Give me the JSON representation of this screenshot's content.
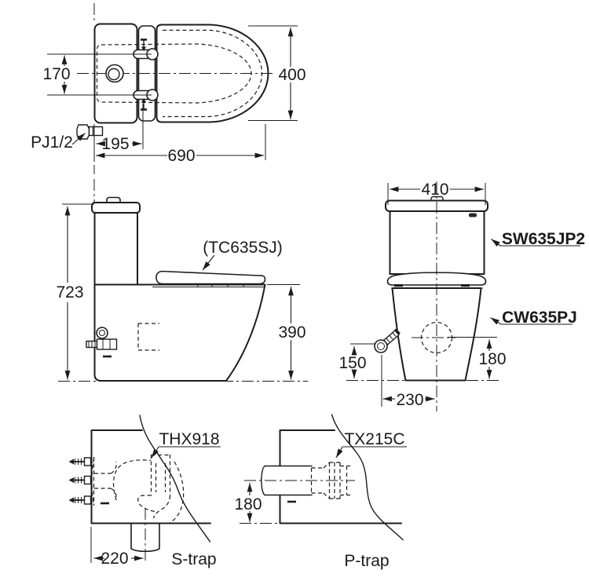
{
  "drawing": {
    "type": "toilet-installation-dimension-diagram",
    "colors": {
      "line": "#1c1c1c",
      "background": "#ffffff",
      "text": "#1a1a1a"
    },
    "views": {
      "top": {
        "dim_hinge_spacing": "170",
        "dim_seat_width": "400",
        "dim_tank_depth": "195",
        "dim_overall_depth": "690",
        "label_water_inlet": "PJ1/2"
      },
      "side": {
        "dim_overall_height": "723",
        "dim_bowl_rim_height": "390",
        "label_seat_model": "(TC635SJ)"
      },
      "front": {
        "dim_tank_width": "410",
        "dim_supply_height": "150",
        "dim_outlet_height": "180",
        "dim_supply_offset": "230",
        "label_tank_model": "SW635JP2",
        "label_bowl_model": "CW635PJ"
      },
      "s_trap": {
        "label_outlet_part": "THX918",
        "dim_outlet_rough_in": "220",
        "caption": "S-trap"
      },
      "p_trap": {
        "label_outlet_part": "TX215C",
        "dim_outlet_height": "180",
        "caption": "P-trap"
      }
    }
  }
}
